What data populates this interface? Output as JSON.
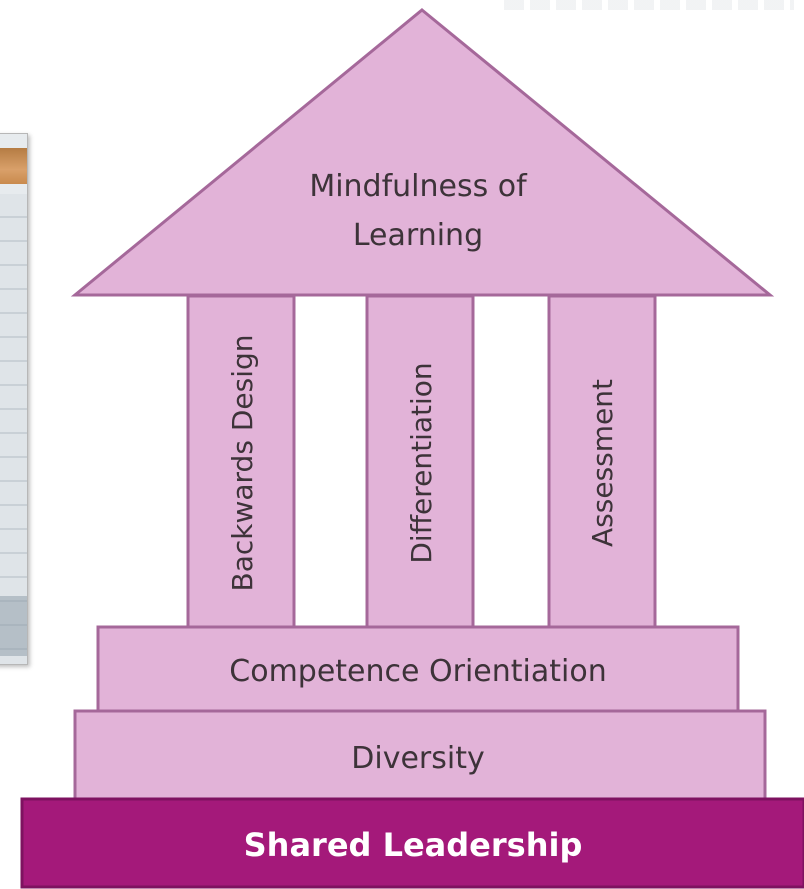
{
  "roof": {
    "line1": "Mindfulness of",
    "line2": "Learning"
  },
  "pillars": [
    {
      "label": "Backwards Design"
    },
    {
      "label": "Differentiation"
    },
    {
      "label": "Assessment"
    }
  ],
  "steps": {
    "upper": "Competence Orientiation",
    "lower": "Diversity"
  },
  "base": {
    "label": "Shared Leadership"
  },
  "colors": {
    "structure_fill": "#e2b3d8",
    "structure_stroke": "#a5689a",
    "base_fill": "#a4197a",
    "text": "#3d3339"
  }
}
